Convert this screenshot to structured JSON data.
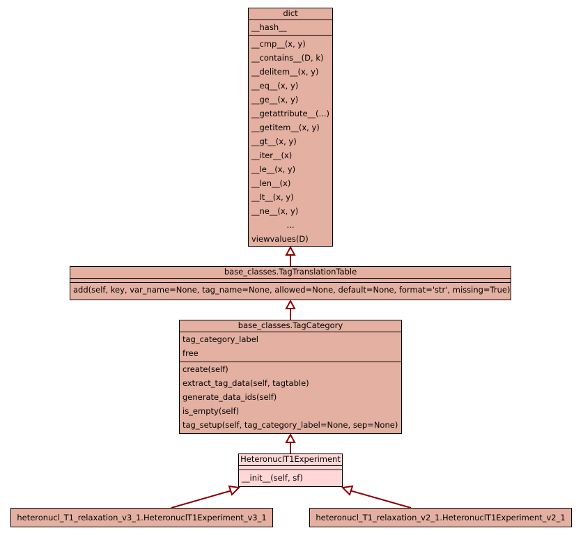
{
  "classes": {
    "dict": {
      "name": "dict",
      "attributes": [
        "__hash__"
      ],
      "methods": [
        "__cmp__(x, y)",
        "__contains__(D, k)",
        "__delitem__(x, y)",
        "__eq__(x, y)",
        "__ge__(x, y)",
        "__getattribute__(...)",
        "__getitem__(x, y)",
        "__gt__(x, y)",
        "__iter__(x)",
        "__le__(x, y)",
        "__len__(x)",
        "__lt__(x, y)",
        "__ne__(x, y)",
        "...",
        "viewvalues(D)"
      ]
    },
    "tag_translation_table": {
      "name": "base_classes.TagTranslationTable",
      "methods": [
        "add(self, key, var_name=None, tag_name=None, allowed=None, default=None, format='str', missing=True)"
      ]
    },
    "tag_category": {
      "name": "base_classes.TagCategory",
      "attributes": [
        "tag_category_label",
        "free"
      ],
      "methods": [
        "create(self)",
        "extract_tag_data(self, tagtable)",
        "generate_data_ids(self)",
        "is_empty(self)",
        "tag_setup(self, tag_category_label=None, sep=None)"
      ]
    },
    "heteronucl": {
      "name": "HeteronuclT1Experiment",
      "methods": [
        "__init__(self, sf)"
      ]
    },
    "v3_1": {
      "name": "heteronucl_T1_relaxation_v3_1.HeteronuclT1Experiment_v3_1"
    },
    "v2_1": {
      "name": "heteronucl_T1_relaxation_v2_1.HeteronuclT1Experiment_v2_1"
    }
  },
  "colors": {
    "box": "#e3b0a1",
    "highlight_box": "#ffd7d7",
    "edge": "#8b0000"
  }
}
